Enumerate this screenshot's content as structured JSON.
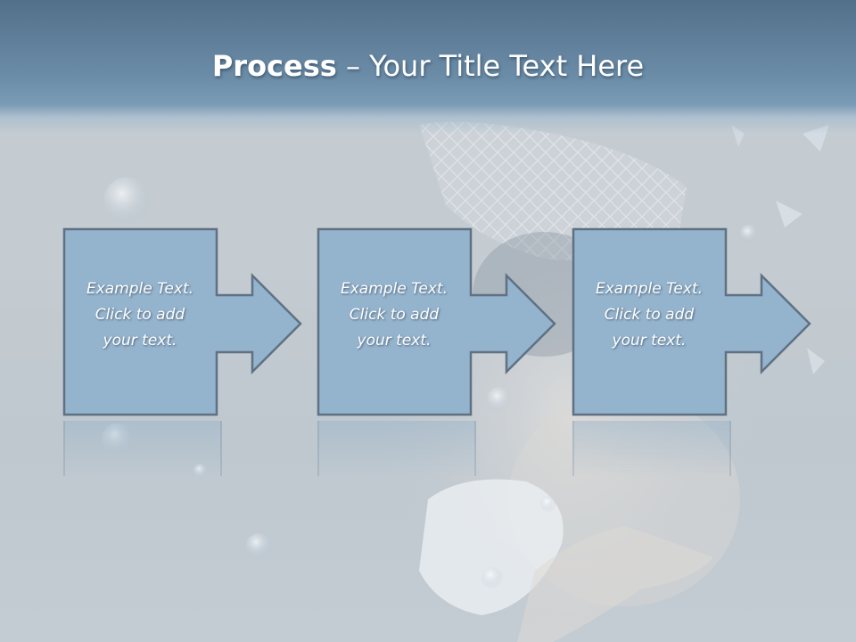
{
  "slide": {
    "title_bold": "Process",
    "title_rest": " – Your Title Text Here"
  },
  "steps": [
    {
      "lines": [
        "Example Text.",
        "Click  to add",
        "your text."
      ]
    },
    {
      "lines": [
        "Example Text.",
        "Click  to add",
        "your text."
      ]
    },
    {
      "lines": [
        "Example Text.",
        "Click  to add",
        "your text."
      ]
    }
  ],
  "colors": {
    "title_band": "#6a8ba6",
    "shape_fill": "#94b3cc",
    "shape_stroke": "#5f7183",
    "background": "#c5ccd2"
  }
}
